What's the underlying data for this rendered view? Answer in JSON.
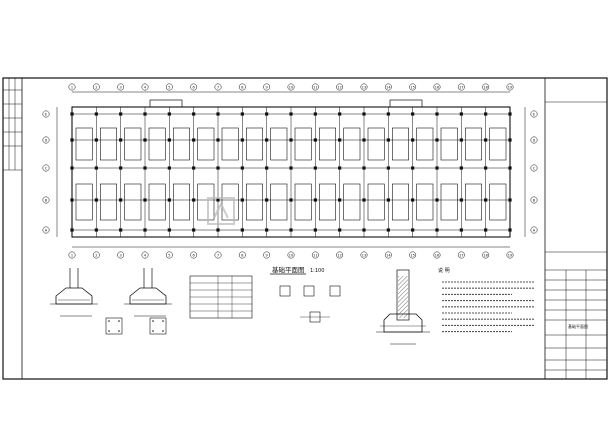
{
  "drawing": {
    "plan_title": "基础平面图",
    "plan_scale": "1:100",
    "notes_heading": "说 明",
    "grid_letters": [
      "A",
      "B",
      "C",
      "D",
      "E"
    ],
    "column_count": 19,
    "detail_labels": [
      "",
      "",
      "",
      "",
      "",
      ""
    ],
    "title_block": {
      "project": "",
      "sheet_name": "基础平面图",
      "stamp": ""
    },
    "watermark": "",
    "colors": {
      "ink": "#111111",
      "watermark": "#b8b8b8",
      "paper": "#ffffff"
    }
  }
}
